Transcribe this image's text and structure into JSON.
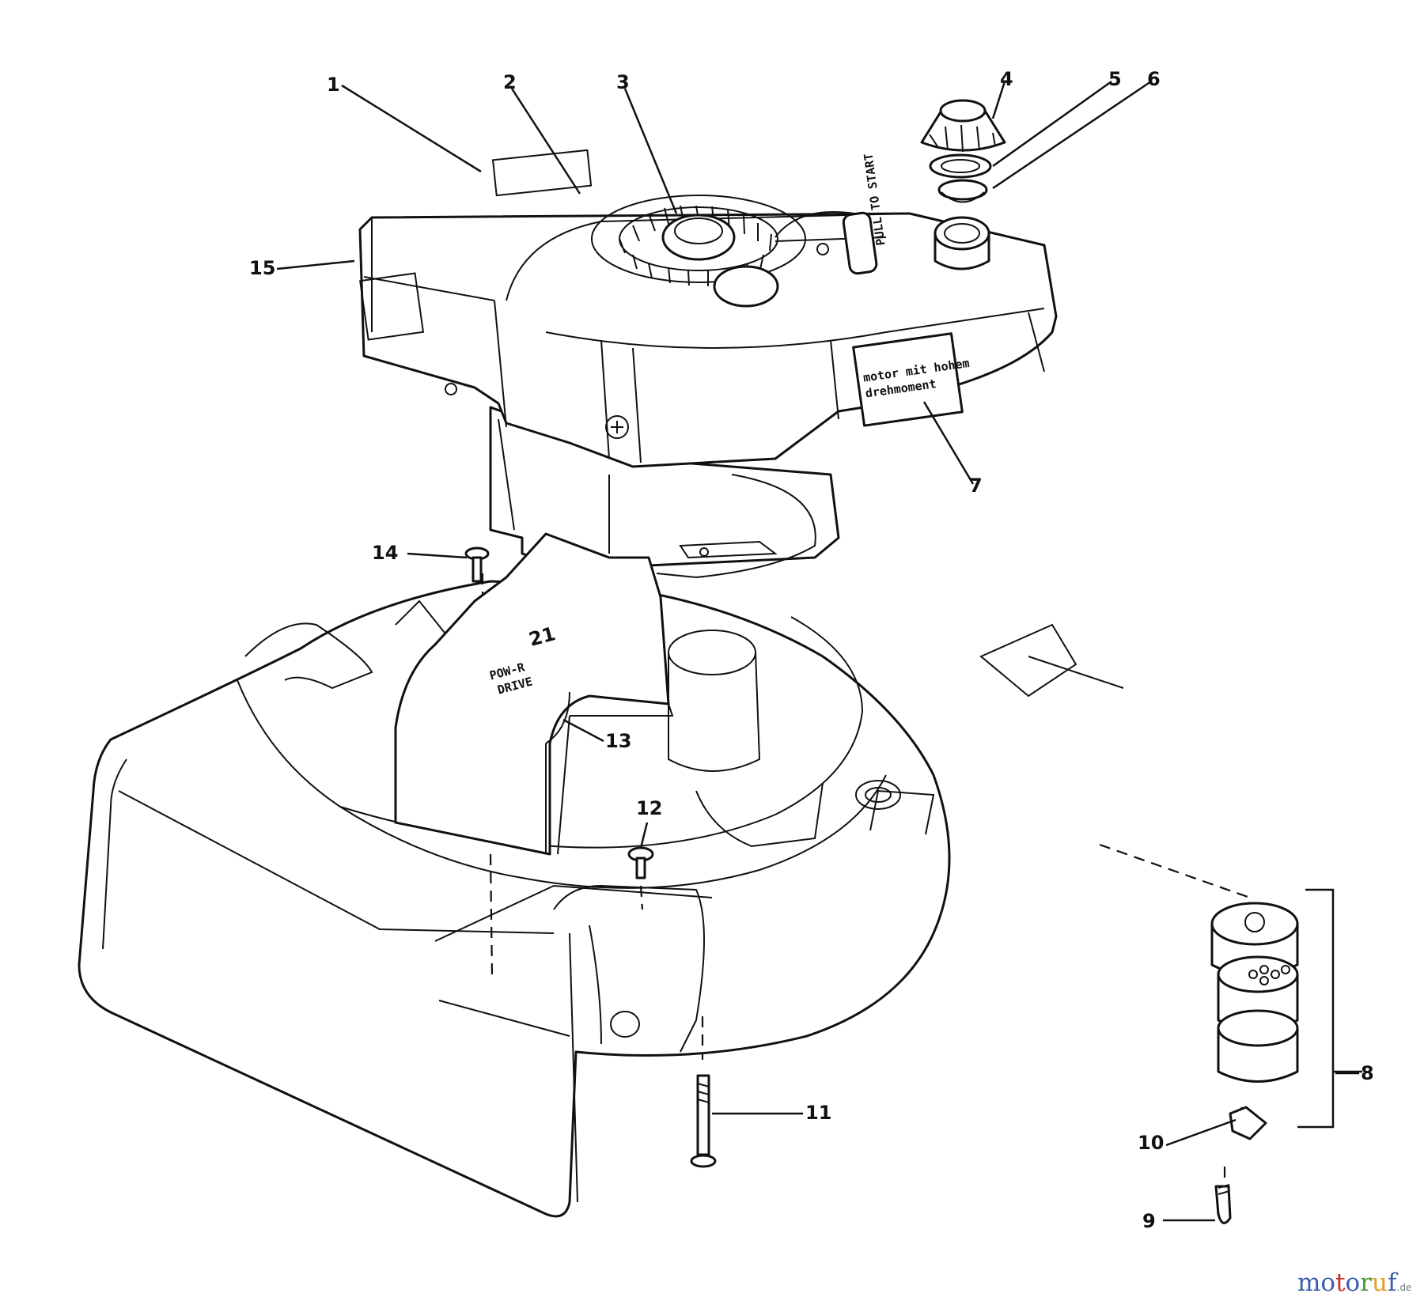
{
  "callouts": {
    "c1": "1",
    "c2": "2",
    "c3": "3",
    "c4": "4",
    "c5": "5",
    "c6": "6",
    "c7": "7",
    "c8": "8",
    "c9": "9",
    "c10": "10",
    "c11": "11",
    "c12": "12",
    "c13": "13",
    "c14": "14",
    "c15": "15"
  },
  "labels": {
    "decal_line1": "motor mit hohem",
    "decal_line2": "drehmoment",
    "primer_label": "PULL TO START",
    "cover_model": "21",
    "cover_brand_line1": "POW-R",
    "cover_brand_line2": "DRIVE"
  },
  "watermark": {
    "letters": [
      "m",
      "o",
      "t",
      "o",
      "r",
      "u",
      "f"
    ],
    "colors": [
      "#3a5fa8",
      "#3a5fa8",
      "#c9302c",
      "#3a5fa8",
      "#4a9a3a",
      "#e0a020",
      "#3a5fa8"
    ],
    "suffix": ".de"
  }
}
